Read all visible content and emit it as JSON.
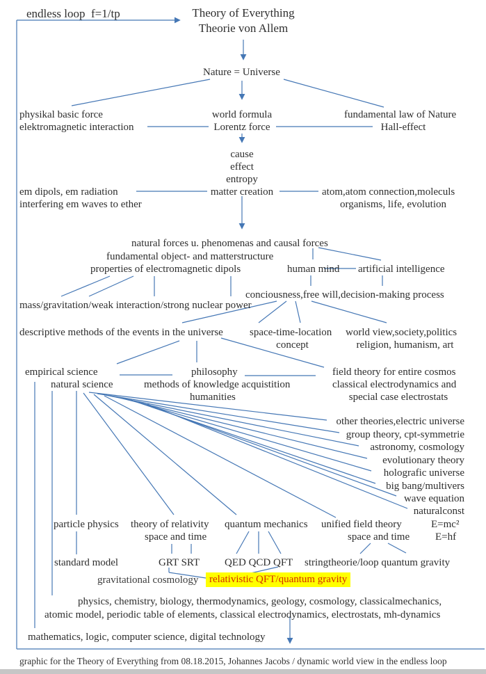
{
  "diagram_title": "Theory of Everything concept map",
  "colors": {
    "line": "#4577b5",
    "text": "#2e2e2e",
    "highlight_background": "#ffff00",
    "highlight_text": "#d42c00"
  },
  "labels": {
    "endless_loop": "endless loop  f=1/tp",
    "title1": "Theory of Everything",
    "title2": "Theorie von Allem",
    "nature": "Nature = Universe",
    "basic_force1": "physikal basic force",
    "basic_force2": "elektromagnetic interaction",
    "world_formula1": "world formula",
    "world_formula2": "Lorentz force",
    "fund_law1": "fundamental law of Nature",
    "fund_law2": "Hall-effect",
    "cause": "cause",
    "effect": "effect",
    "entropy": "entropy",
    "matter_creation": "matter creation",
    "em_dipols1": "em dipols, em radiation",
    "em_dipols2": "interfering em waves to ether",
    "atoms1": "atom,atom connection,moleculs",
    "atoms2": "organisms, life, evolution",
    "natural_forces": "natural forces u. phenomenas and causal forces",
    "fund_object": "fundamental object- and matterstructure",
    "properties": "properties of electromagnetic dipols",
    "human_mind": "human mind",
    "ai": "artificial intelligence",
    "conciousness": "conciousness,free will,decision-making process",
    "mass_grav": "mass/gravitation/weak interaction/strong nuclear power",
    "descriptive": "descriptive methods of the events in the universe",
    "spacetime1": "space-time-location",
    "spacetime2": "concept",
    "worldview1": "world view,society,politics",
    "worldview2": "religion, humanism, art",
    "empirical": "empirical science",
    "natural_science": "natural science",
    "philosophy": "philosophy",
    "methods": "methods of knowledge acquistition",
    "humanities": "humanities",
    "field_theory1": "field theory for entire cosmos",
    "field_theory2": "classical electrodynamics and",
    "field_theory3": "special case electrostats",
    "other_theories": "other theories,electric universe",
    "group_theory": "group theory, cpt-symmetrie",
    "astronomy": "astronomy, cosmology",
    "evolutionary": "evolutionary theory",
    "holografic": "holografic universe",
    "bigbang": "big bang/multivers",
    "wave_eq": "wave equation",
    "naturalconst": "naturalconst",
    "particle_physics": "particle physics",
    "relativity1": "theory of relativity",
    "relativity2": "space and time",
    "quantum_mech": "quantum mechanics",
    "unified1": "unified field theory",
    "unified2": "space and time",
    "emc2": "E=mc²",
    "ehf": "E=hf",
    "standard_model": "standard model",
    "grt_srt": "GRT SRT",
    "qed_qcd_qft": "QED QCD QFT",
    "stringtheorie": "stringtheorie/loop quantum gravity",
    "grav_cosmology": "gravitational cosmology",
    "relativistic_qft": "relativistic QFT/quantum gravity",
    "physics_row1": "physics, chemistry, biology, thermodynamics, geology, cosmology, classicalmechanics,",
    "physics_row2": "atomic model, periodic table of elements, classical electrodynamics, electrostats, mh-dynamics",
    "mathematics": "mathematics, logic, computer science, digital technology",
    "caption": "graphic for the Theory of Everything from 08.18.2015, Johannes Jacobs / dynamic world view in the endless loop"
  }
}
